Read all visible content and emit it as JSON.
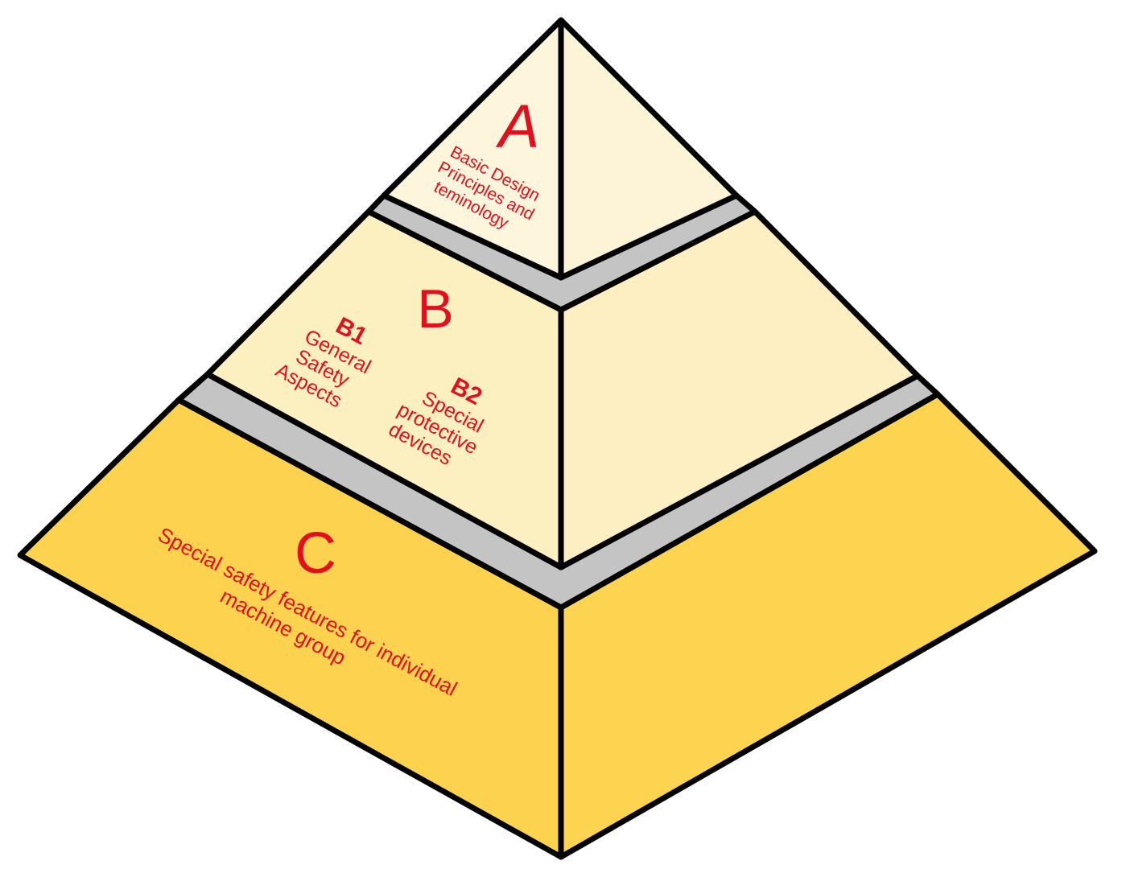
{
  "colors": {
    "text_red": "#e2101f",
    "level_a": "#fdf5dc",
    "level_b": "#fdf0c0",
    "level_c": "#fdd24f",
    "band_gray": "#c4c4c4",
    "outline": "#000000"
  },
  "levels": {
    "a": {
      "letter": "A",
      "lines": [
        "Basic Design",
        "Principles and",
        "teminology"
      ]
    },
    "b": {
      "letter": "B",
      "b1": {
        "code": "B1",
        "lines": [
          "General",
          "Safety",
          "Aspects"
        ]
      },
      "b2": {
        "code": "B2",
        "lines": [
          "Special",
          "protective",
          "devices"
        ]
      }
    },
    "c": {
      "letter": "C",
      "lines": [
        "Special safety features for individual",
        "machine group"
      ]
    }
  }
}
